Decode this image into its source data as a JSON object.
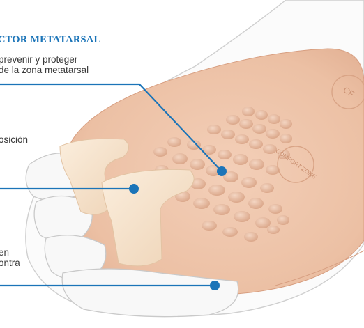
{
  "heading": "CTOR METATARSAL",
  "description_line1": "prevenir y proteger",
  "description_line2": "de la zona metatarsal",
  "position_fragment": "osición",
  "callout_line1": "en",
  "callout_line2": "ontra",
  "product_marking_top": "COMFORT ZONE",
  "product_marking_heel": "CF",
  "colors": {
    "accent_blue": "#1b74b8",
    "insole": "#efc6ad",
    "gel": "#f5e2cc",
    "foot_outline": "#c9c9c9",
    "text": "#3a3a3a"
  }
}
